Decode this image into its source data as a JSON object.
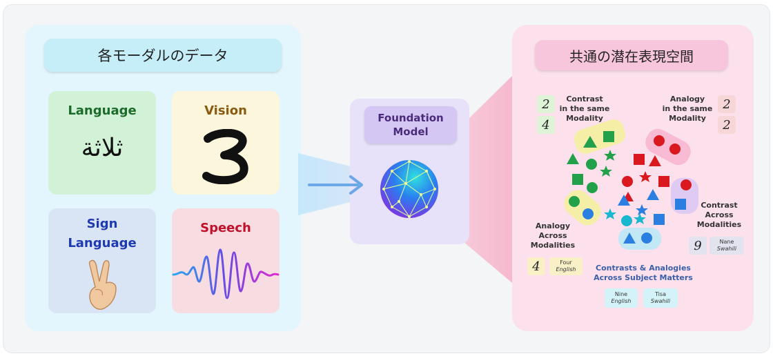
{
  "left": {
    "title": "各モーダルのデータ",
    "cards": [
      {
        "label": "Language",
        "sample": "ثلاثة"
      },
      {
        "label": "Vision",
        "sample": "3"
      },
      {
        "label_line1": "Sign",
        "label_line2": "Language"
      },
      {
        "label": "Speech"
      }
    ]
  },
  "center": {
    "title_line1": "Foundation",
    "title_line2": "Model"
  },
  "right": {
    "title": "共通の潜在表現空間",
    "notes": {
      "contrast_same": [
        "Contrast",
        "in the same",
        "Modality"
      ],
      "analogy_same": [
        "Analogy",
        "in the same",
        "Modality"
      ],
      "contrast_across": [
        "Contrast",
        "Across",
        "Modalities"
      ],
      "analogy_across": [
        "Analogy",
        "Across",
        "Modalities"
      ],
      "subject_matters": [
        "Contrasts & Analogies",
        "Across Subject Matters"
      ]
    },
    "digits": {
      "contrast_same": [
        "2",
        "4"
      ],
      "analogy_same": [
        "2",
        "2"
      ],
      "contrast_across": "9",
      "analogy_across": "4"
    },
    "word_tiles": {
      "contrast_across": {
        "word": "Nane",
        "lang": "Swahili"
      },
      "analogy_across": {
        "word": "Four",
        "lang": "English"
      },
      "subject_left": {
        "word": "Nine",
        "lang": "English"
      },
      "subject_right": {
        "word": "Tisa",
        "lang": "Swahili"
      }
    }
  },
  "colors": {
    "green": "#22a04a",
    "red": "#d9181f",
    "blue": "#2a7fe0",
    "teal": "#19b8d0"
  }
}
